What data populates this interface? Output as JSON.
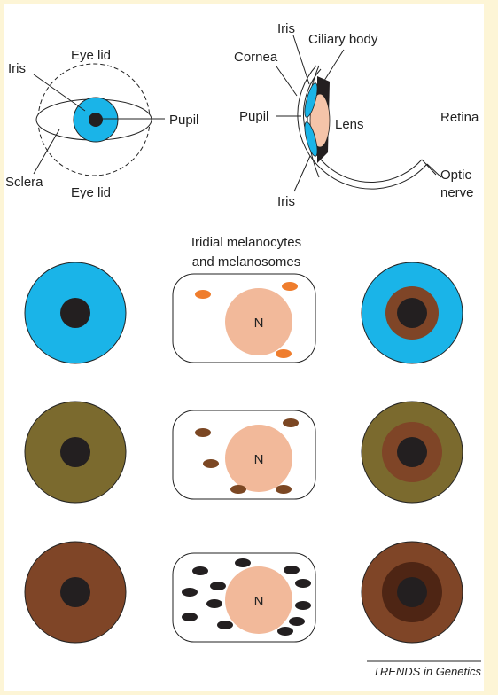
{
  "colors": {
    "background": "#fdf5d6",
    "panel": "#ffffff",
    "blue_iris": "#1ab4e8",
    "olive_iris": "#7b6a2e",
    "brown_iris": "#7f4527",
    "pupil": "#231f20",
    "nucleus": "#f2b99a",
    "pheomelanosome": "#ef7d2d",
    "eumelanosome_mid": "#7b4723",
    "eumelanosome_dark": "#231f20",
    "ring_brown": "#7f4527",
    "ring_dark": "#4e2514"
  },
  "front_view": {
    "iris": "Iris",
    "eye_lid_top": "Eye lid",
    "eye_lid_bottom": "Eye lid",
    "pupil": "Pupil",
    "sclera": "Sclera"
  },
  "side_view": {
    "iris_top": "Iris",
    "ciliary_body": "Ciliary body",
    "cornea": "Cornea",
    "pupil": "Pupil",
    "lens": "Lens",
    "retina": "Retina",
    "optic": "Optic",
    "nerve": "nerve",
    "iris_bottom": "Iris"
  },
  "melanocytes": {
    "title_line1": "Iridial melanocytes",
    "title_line2": "and melanosomes",
    "nucleus": "N"
  },
  "footer": {
    "credit": "TRENDS in Genetics"
  }
}
